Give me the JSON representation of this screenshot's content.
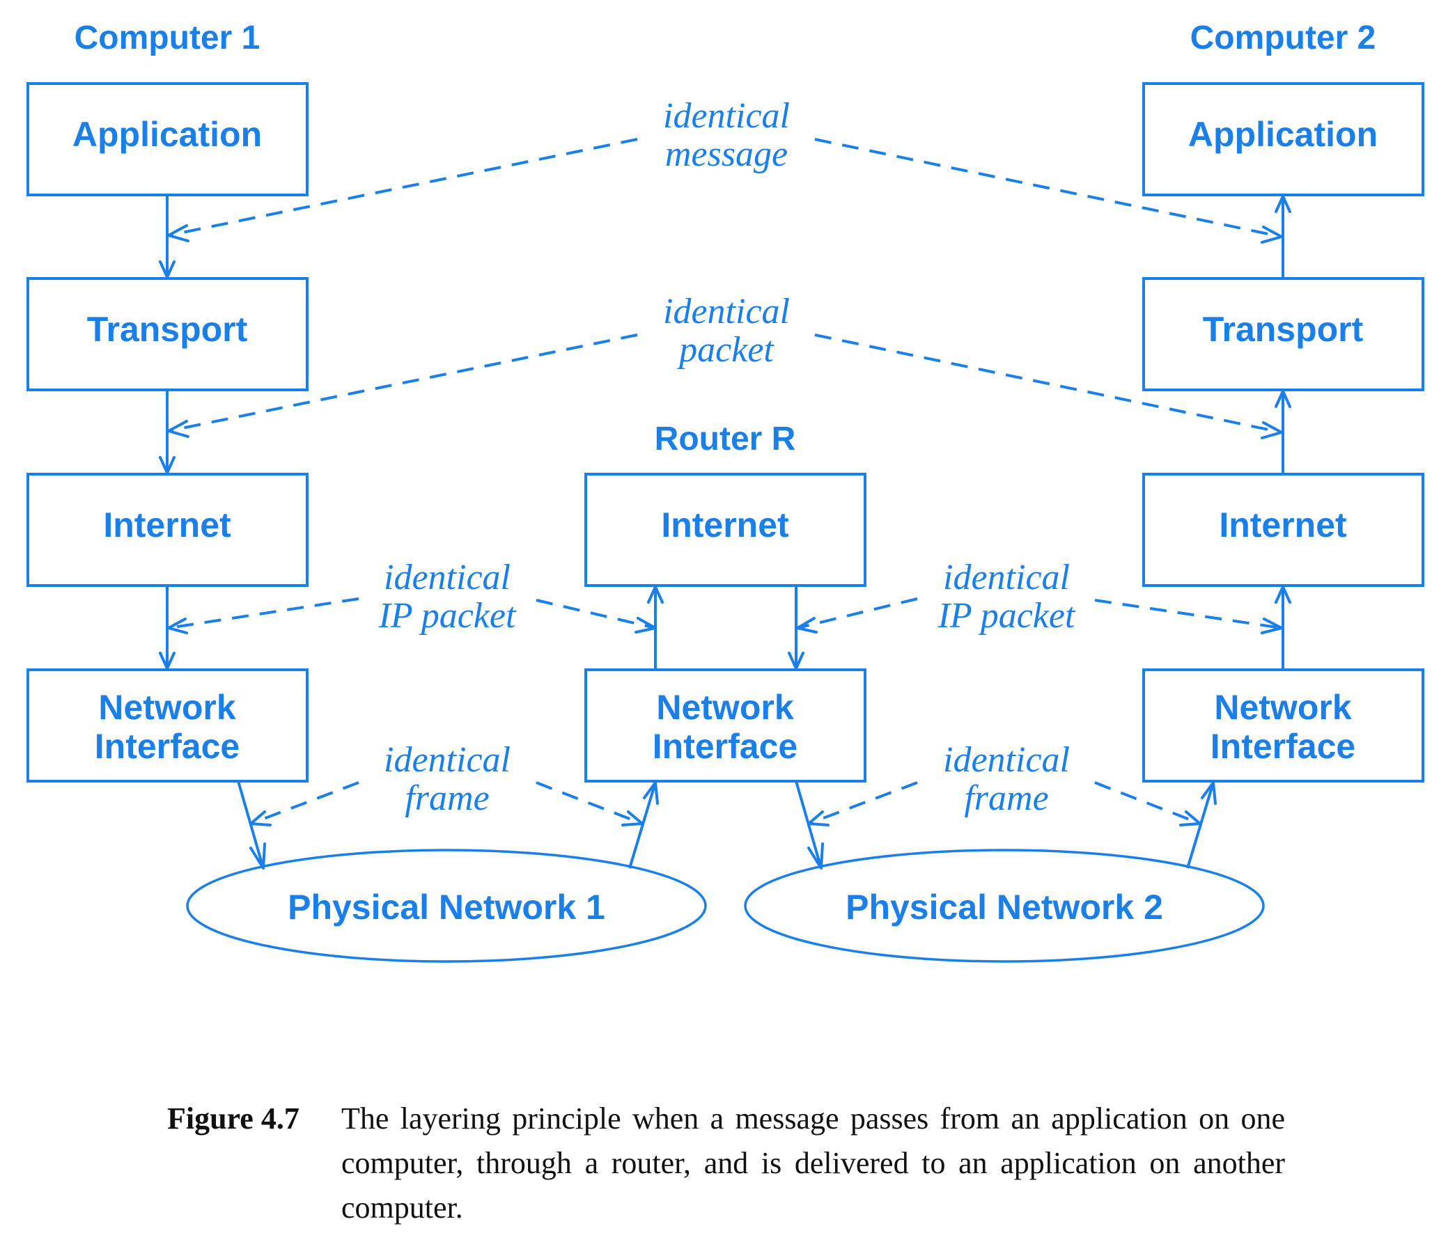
{
  "hosts": {
    "computer1": "Computer 1",
    "computer2": "Computer 2",
    "router": "Router R"
  },
  "layers": {
    "application": "Application",
    "transport": "Transport",
    "internet": "Internet",
    "network_interface_line1": "Network",
    "network_interface_line2": "Interface"
  },
  "networks": {
    "net1": "Physical Network 1",
    "net2": "Physical Network 2"
  },
  "peer_labels": {
    "message": [
      "identical",
      "message"
    ],
    "packet": [
      "identical",
      "packet"
    ],
    "ip_packet": [
      "identical",
      "IP packet"
    ],
    "frame": [
      "identical",
      "frame"
    ]
  },
  "caption": {
    "figure": "Figure 4.7",
    "text": "The layering principle when a message passes from an application on one computer, through a router, and is delivered to an application on another computer."
  }
}
